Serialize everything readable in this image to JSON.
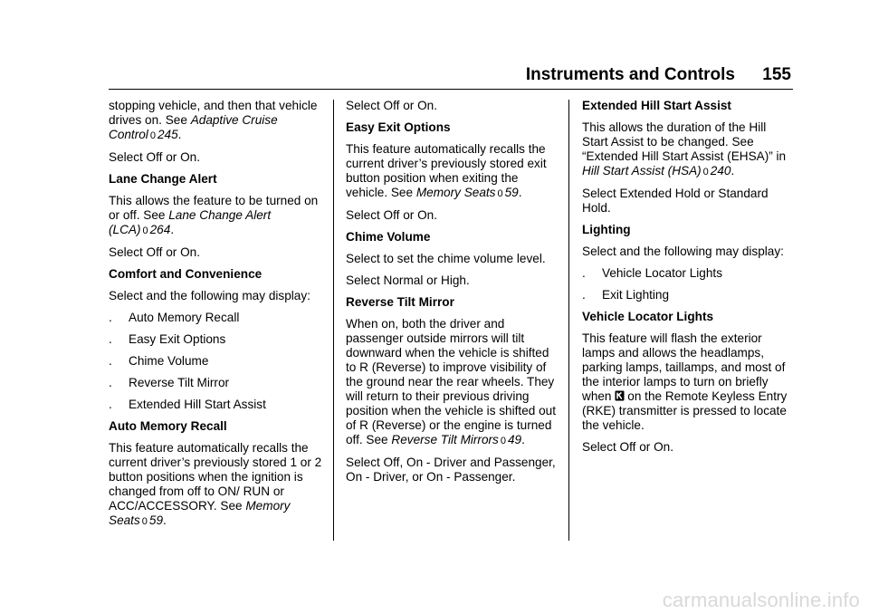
{
  "header": {
    "title": "Instruments and Controls",
    "page": "155"
  },
  "col1": {
    "cont_1": "stopping vehicle, and then that vehicle drives on. See ",
    "cont_ref": "Adaptive Cruise Control",
    "cont_page": "245",
    "select_1": "Select Off or On.",
    "lane_heading": "Lane Change Alert",
    "lane_text": "This allows the feature to be turned on or off. See ",
    "lane_ref": "Lane Change Alert (LCA)",
    "lane_page": "264",
    "select_2": "Select Off or On.",
    "comfort_heading": "Comfort and Convenience",
    "comfort_text": "Select and the following may display:",
    "bullets": [
      "Auto Memory Recall",
      "Easy Exit Options",
      "Chime Volume",
      "Reverse Tilt Mirror",
      "Extended Hill Start Assist"
    ],
    "amr_heading": "Auto Memory Recall",
    "amr_text": "This feature automatically recalls the current driver’s previously stored 1 or 2 button positions when the ignition is changed from off to ON/ RUN or ACC/ACCESSORY. See ",
    "amr_ref": "Memory Seats",
    "amr_page": "59"
  },
  "col2": {
    "select_1": "Select Off or On.",
    "exit_heading": "Easy Exit Options",
    "exit_text": "This feature automatically recalls the current driver’s previously stored exit button position when exiting the vehicle. See ",
    "exit_ref": "Memory Seats",
    "exit_page": "59",
    "select_2": "Select Off or On.",
    "chime_heading": "Chime Volume",
    "chime_text": "Select to set the chime volume level.",
    "chime_select": "Select Normal or High.",
    "rtm_heading": "Reverse Tilt Mirror",
    "rtm_text": "When on, both the driver and passenger outside mirrors will tilt downward when the vehicle is shifted to R (Reverse) to improve visibility of the ground near the rear wheels. They will return to their previous driving position when the vehicle is shifted out of R (Reverse) or the engine is turned off. See ",
    "rtm_ref": "Reverse Tilt Mirrors",
    "rtm_page": "49",
    "rtm_select": "Select Off, On - Driver and Passenger, On - Driver, or On - Passenger."
  },
  "col3": {
    "ehsa_heading": "Extended Hill Start Assist",
    "ehsa_text": "This allows the duration of the Hill Start Assist to be changed. See “Extended Hill Start Assist (EHSA)” in ",
    "ehsa_ref": "Hill Start Assist (HSA)",
    "ehsa_page": "240",
    "ehsa_select": "Select Extended Hold or Standard Hold.",
    "lighting_heading": "Lighting",
    "lighting_text": "Select and the following may display:",
    "bullets": [
      "Vehicle Locator Lights",
      "Exit Lighting"
    ],
    "vll_heading": "Vehicle Locator Lights",
    "vll_text_1": "This feature will flash the exterior lamps and allows the headlamps, parking lamps, taillamps, and most of the interior lamps to turn on briefly when ",
    "vll_text_2": "on the Remote Keyless Entry (RKE) transmitter is pressed to locate the vehicle.",
    "select": "Select Off or On."
  },
  "bullet_mark": ".",
  "ref_arrow": "0",
  "footer": {
    "watermark": "carmanualsonline.info"
  }
}
